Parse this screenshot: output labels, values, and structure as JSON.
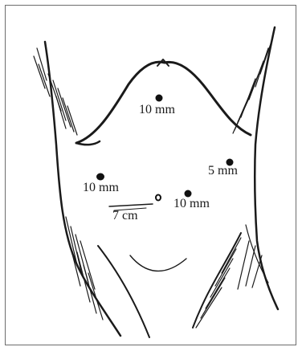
{
  "labels": {
    "top_port": "10 mm",
    "right_port": "5 mm",
    "left_port": "10 mm",
    "center_port": "10 mm",
    "distance": "7 cm"
  },
  "colors": {
    "ink": "#1a1a1a",
    "frame": "#6d6d6d",
    "background": "#ffffff"
  }
}
